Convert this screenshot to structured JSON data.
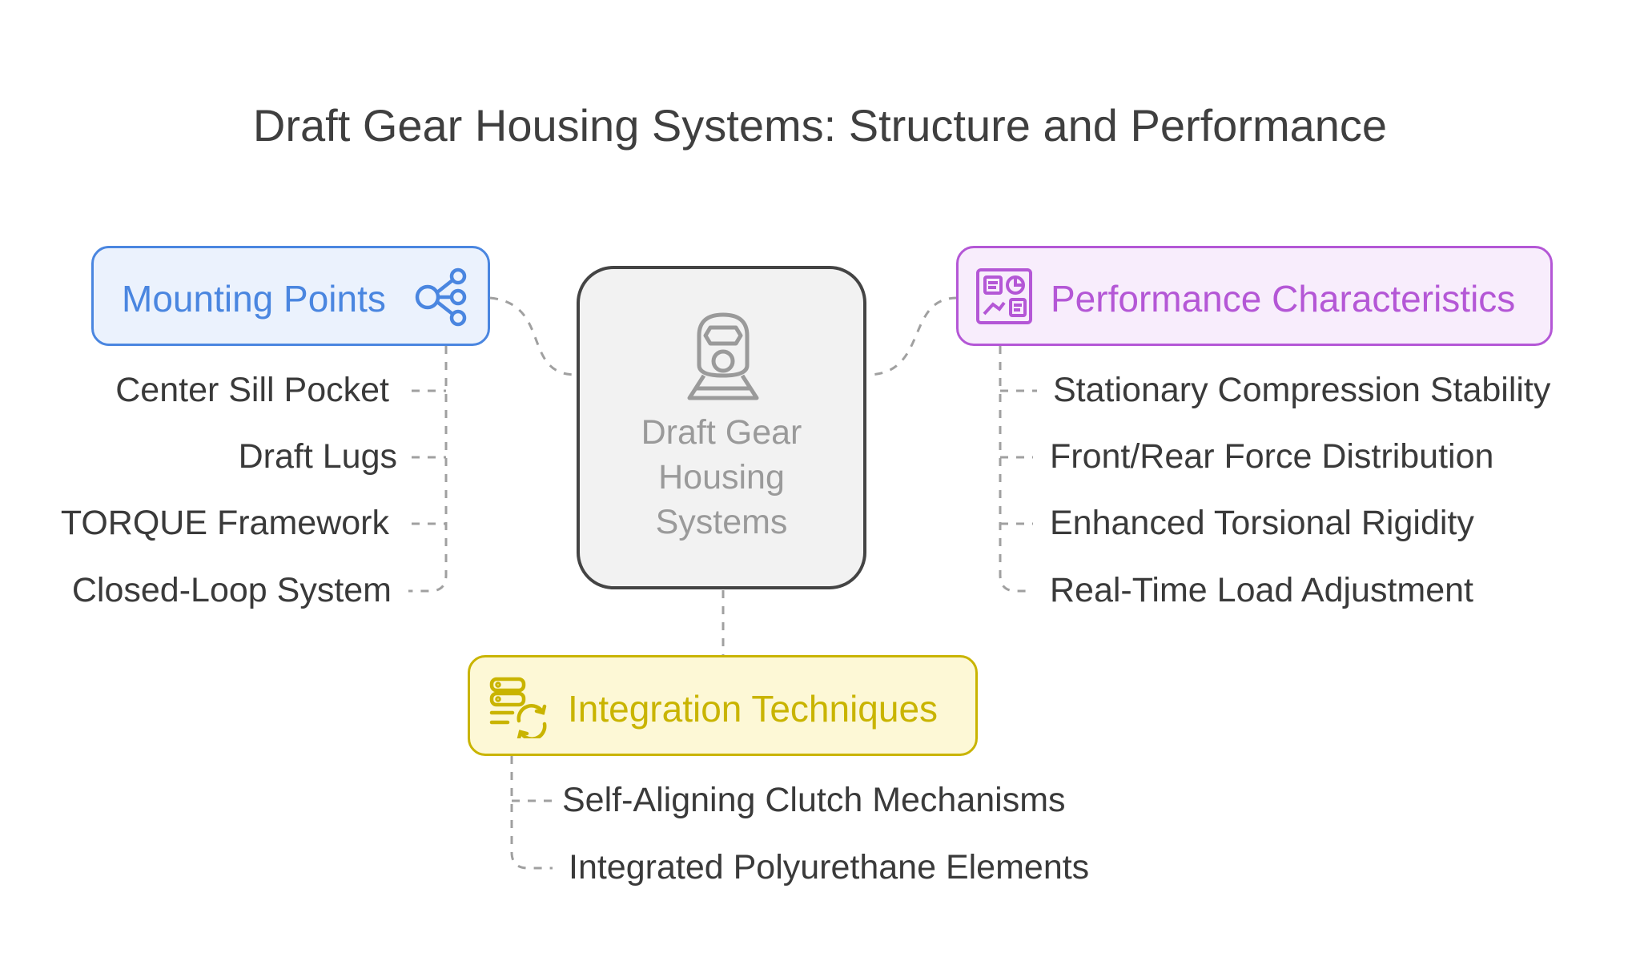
{
  "title": "Draft Gear Housing Systems: Structure and Performance",
  "center": {
    "label_lines": [
      "Draft Gear",
      "Housing",
      "Systems"
    ],
    "icon": "train-front-icon"
  },
  "branches": {
    "mounting": {
      "label": "Mounting Points",
      "icon": "share-nodes-icon",
      "color": "#4a86e0",
      "items": [
        "Center Sill Pocket",
        "Draft Lugs",
        "TORQUE Framework",
        "Closed-Loop System"
      ]
    },
    "performance": {
      "label": "Performance Characteristics",
      "icon": "dashboard-icon",
      "color": "#b457d6",
      "items": [
        "Stationary Compression Stability",
        "Front/Rear Force Distribution",
        "Enhanced Torsional Rigidity",
        "Real-Time Load Adjustment"
      ]
    },
    "integration": {
      "label": "Integration Techniques",
      "icon": "server-sync-icon",
      "color": "#c9b400",
      "items": [
        "Self-Aligning Clutch Mechanisms",
        "Integrated Polyurethane Elements"
      ]
    }
  },
  "colors": {
    "title": "#3f3f3f",
    "center_fill": "#f2f2f2",
    "center_border": "#444444",
    "connector": "#a0a0a0",
    "mounting_fill": "#ebf2fd",
    "performance_fill": "#f8edfc",
    "integration_fill": "#fdf8d6"
  }
}
